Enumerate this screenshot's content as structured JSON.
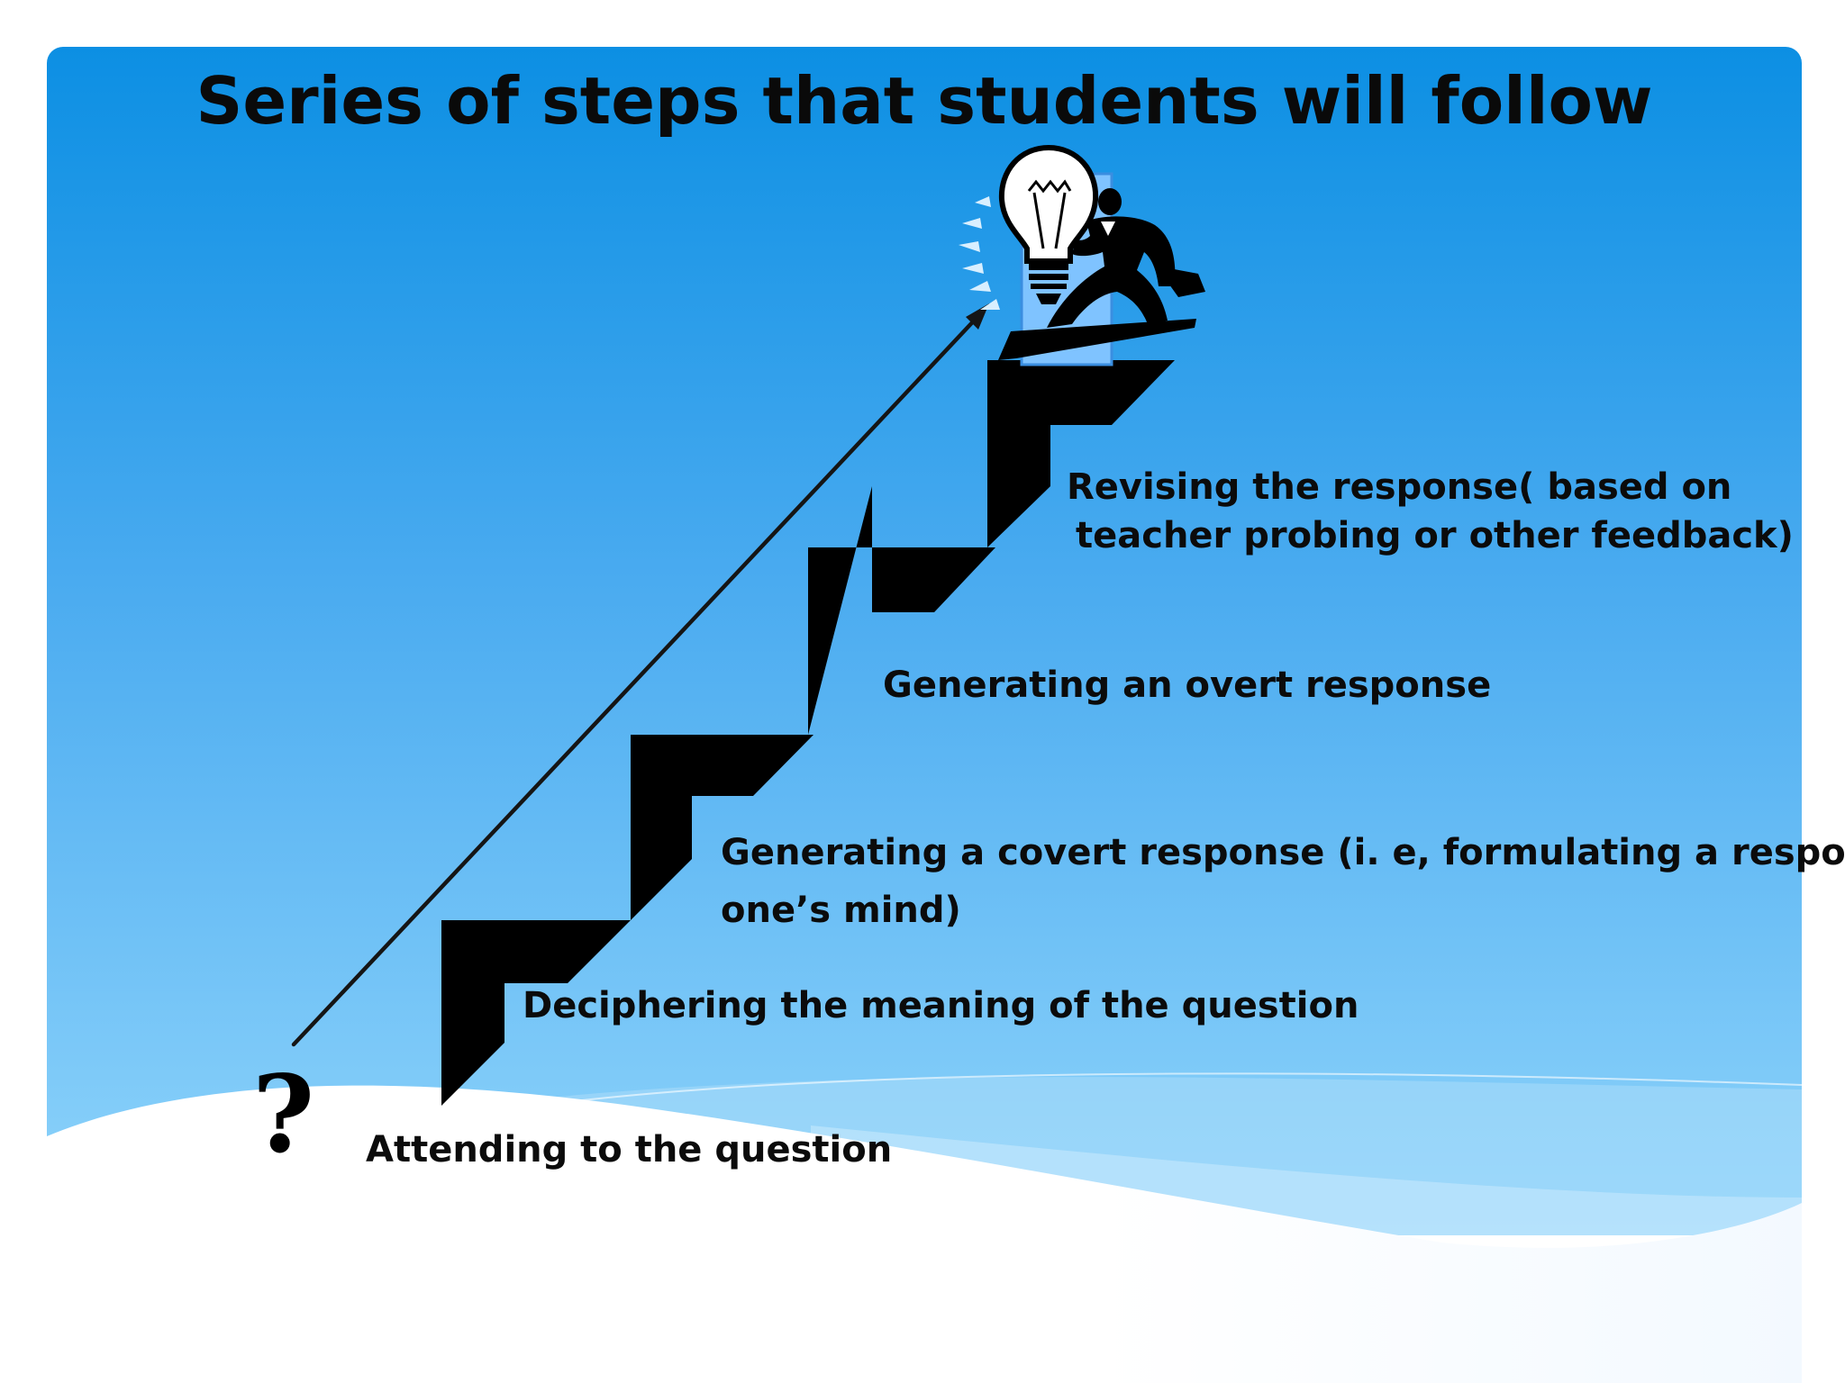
{
  "slide": {
    "title": "Series of steps that students will follow",
    "start_symbol": "?",
    "steps": [
      {
        "lines": [
          "Attending to the question"
        ]
      },
      {
        "lines": [
          "Deciphering the meaning of the question"
        ]
      },
      {
        "lines": [
          "Generating a covert response (i. e, formulating a response",
          "one’s mind)"
        ]
      },
      {
        "lines": [
          "Generating an overt response"
        ]
      },
      {
        "lines": [
          "Revising the response( based on",
          "teacher probing or other feedback)"
        ]
      }
    ]
  },
  "colors": {
    "background_top": "#0c8fe3",
    "background_bottom": "#8fd4fb",
    "staircase": "#000000",
    "text": "#0b0b0b",
    "wave": "#ffffff"
  },
  "icons": [
    "staircase",
    "arrow-up-right-icon",
    "lightbulb-icon",
    "businessman-icon",
    "question-mark-icon"
  ]
}
